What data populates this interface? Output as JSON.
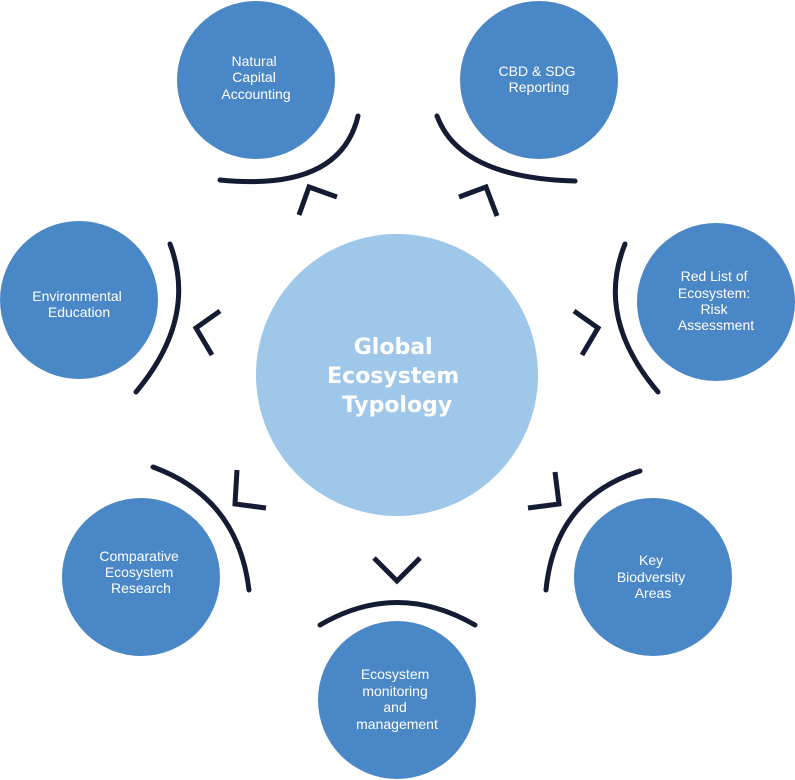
{
  "colors": {
    "node": "#4a87c6",
    "center": "#9fc7ea",
    "line": "#141c33"
  },
  "center": {
    "lines": [
      "Global",
      "Ecosystem",
      "Typology"
    ]
  },
  "nodes": [
    {
      "id": "natural-capital-accounting",
      "lines": [
        "Natural",
        "Capital",
        "Accounting"
      ]
    },
    {
      "id": "cbd-sdg-reporting",
      "lines": [
        "CBD & SDG",
        "Reporting"
      ]
    },
    {
      "id": "red-list-of-ecosystems",
      "lines": [
        "Red List of",
        "Ecosystem:",
        "Risk",
        "Assessment"
      ]
    },
    {
      "id": "key-biodiversity-areas",
      "lines": [
        "Key",
        "Biodversity",
        "Areas"
      ]
    },
    {
      "id": "ecosystem-monitoring",
      "lines": [
        "Ecosystem",
        "monitoring",
        "and",
        "management"
      ]
    },
    {
      "id": "comparative-ecosystem-research",
      "lines": [
        "Comparative",
        "Ecosystem",
        "Research"
      ]
    },
    {
      "id": "environmental-education",
      "lines": [
        "Environmental",
        "Education"
      ]
    }
  ]
}
